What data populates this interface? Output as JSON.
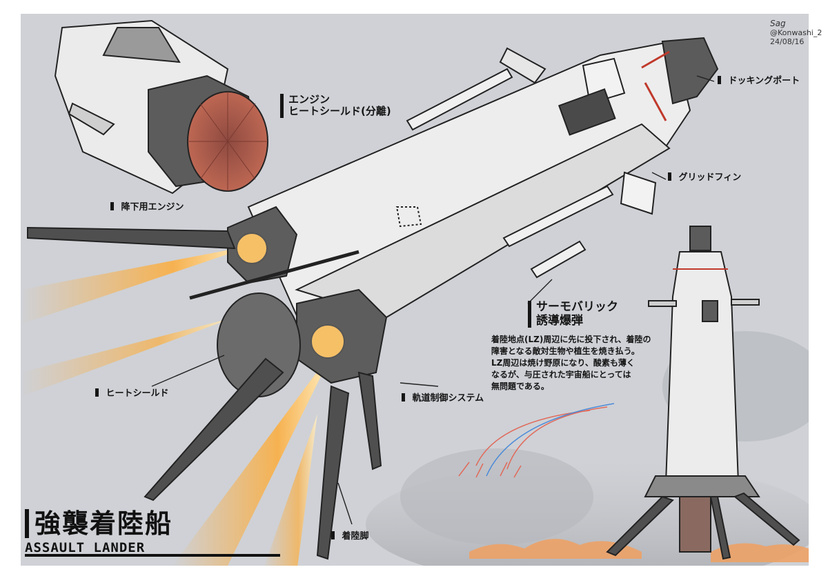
{
  "title": {
    "japanese": "強襲着陸船",
    "english": "ASSAULT LANDER"
  },
  "signature": {
    "name": "Sag",
    "handle": "@Konwashi_2",
    "date": "24/08/16"
  },
  "labels": {
    "engine_heat_shield": [
      "エンジン",
      "ヒートシールド(分離)"
    ],
    "descent_engine": "降下用エンジン",
    "docking_port": "ドッキングポート",
    "grid_fin": "グリッドフィン",
    "thermobaric": [
      "サーモバリック",
      "誘導爆弾"
    ],
    "heat_shield": "ヒートシールド",
    "orbit_control": "軌道制御システム",
    "landing_leg": "着陸脚"
  },
  "note": [
    "着陸地点(LZ)周辺に先に投下され、着陸の",
    "障害となる敵対生物や植生を焼き払う。",
    "LZ周辺は焼け野原になり、酸素も薄く",
    "なるが、与圧された宇宙船にとっては",
    "無問題である。"
  ],
  "colors": {
    "background": "#cfd1d6",
    "hull": "#eeeeee",
    "dark_metal": "#5a5a5a",
    "flame": "#f4a64a",
    "heat_glow": "#b85a48",
    "stripe": "#c0392b",
    "trajectory_red": "#e06a5a",
    "trajectory_blue": "#4a8ad8"
  }
}
